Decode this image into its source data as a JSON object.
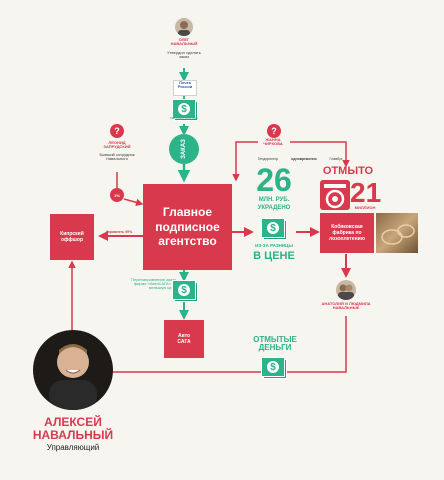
{
  "colors": {
    "red": "#d9394c",
    "green": "#2bb389",
    "bg": "#f6f5f0"
  },
  "oleg": {
    "name": "ОЛЕГ\nНАВАЛЬНЫЙ",
    "desc": "Утвердил сделать\nзаказ"
  },
  "pochta": {
    "logo": "Почта\nРоссии",
    "label": "ИВ РОСС ПОСТАН"
  },
  "zakaz": {
    "label": "ЗАКАЗ"
  },
  "leonid": {
    "name": "ЛЕОНИД\nЗАПРУДСКИЙ",
    "desc": "Бывший сотрудник\nНавального"
  },
  "percent": {
    "label": "1%"
  },
  "cyprus": {
    "label": "Кипрский\nоффшор"
  },
  "arrow_to_cyprus": {
    "label": "Управлять 99%"
  },
  "main": {
    "label": "Главное\nподписное\nагентство"
  },
  "zhanna": {
    "name": "ЖАННА\nЧИРКОВА",
    "roles": [
      "Гендиректор",
      "одновременно",
      "Главбух"
    ]
  },
  "stolen": {
    "number": "26",
    "line1": "МЛН. РУБ.",
    "line2": "УКРАДЕНО",
    "line3": "ИЗ-ЗА РАЗНИЦЫ",
    "line4": "В ЦЕНЕ"
  },
  "laundered": {
    "title": "ОТМЫТО",
    "number": "21",
    "unit": "МИЛЛИОН"
  },
  "factory": {
    "label": "Кобяковская\nфабрика по\nлозоплетению"
  },
  "parents": {
    "label": "АНАТОЛИЙ И ЛЮДМИЛА\nНАВАЛЬНЫЕ"
  },
  "reroute": {
    "text": "Перенаправление заказ\nфирме «АвтоСАГА» за\nменьшую цену"
  },
  "avtosaga": {
    "label": "Авто\nСАГА"
  },
  "money_box": {
    "label": "ОТМЫТЫЕ\nДЕНЬГИ"
  },
  "alexey": {
    "name": "АЛЕКСЕЙ\nНАВАЛЬНЫЙ",
    "role": "Управляющий"
  }
}
